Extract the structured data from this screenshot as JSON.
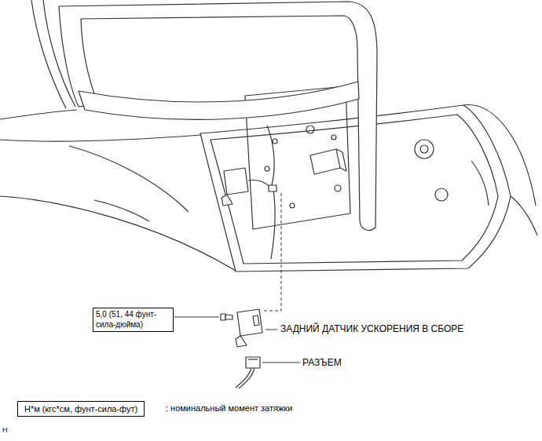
{
  "diagram": {
    "nodes": [
      {
        "text": [
          "5,0 (51, 44 фунт-сила-дюйма)"
        ]
      },
      {
        "text": [
          "Н*м (кгс*см, фунт-сила-фут)"
        ]
      }
    ],
    "labels": [
      "ЗАДНИЙ ДАТЧИК УСКОРЕНИЯ В СБОРЕ",
      "РАЗЪЕМ",
      ": номинальный момент затяжки",
      "H"
    ]
  }
}
